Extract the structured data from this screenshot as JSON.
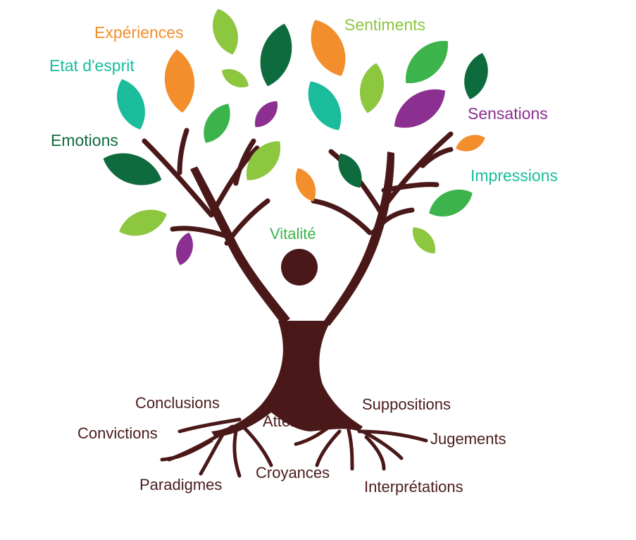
{
  "colors": {
    "trunk": "#4a1818",
    "orange": "#f28e2b",
    "lime": "#8dc63f",
    "dark_green": "#0e6b3e",
    "green": "#3cb44b",
    "teal": "#1abc9c",
    "purple": "#8b2f91",
    "root_text": "#4a1c1c"
  },
  "branch_labels": {
    "experiences": "Expériences",
    "sentiments": "Sentiments",
    "etat_esprit": "Etat d'esprit",
    "sensations": "Sensations",
    "emotions": "Emotions",
    "impressions": "Impressions",
    "vitalite": "Vitalité"
  },
  "root_labels": {
    "conclusions": "Conclusions",
    "suppositions": "Suppositions",
    "attentes": "Attentes",
    "convictions": "Convictions",
    "jugements": "Jugements",
    "croyances": "Croyances",
    "paradigmes": "Paradigmes",
    "interpretations": "Interprétations"
  }
}
